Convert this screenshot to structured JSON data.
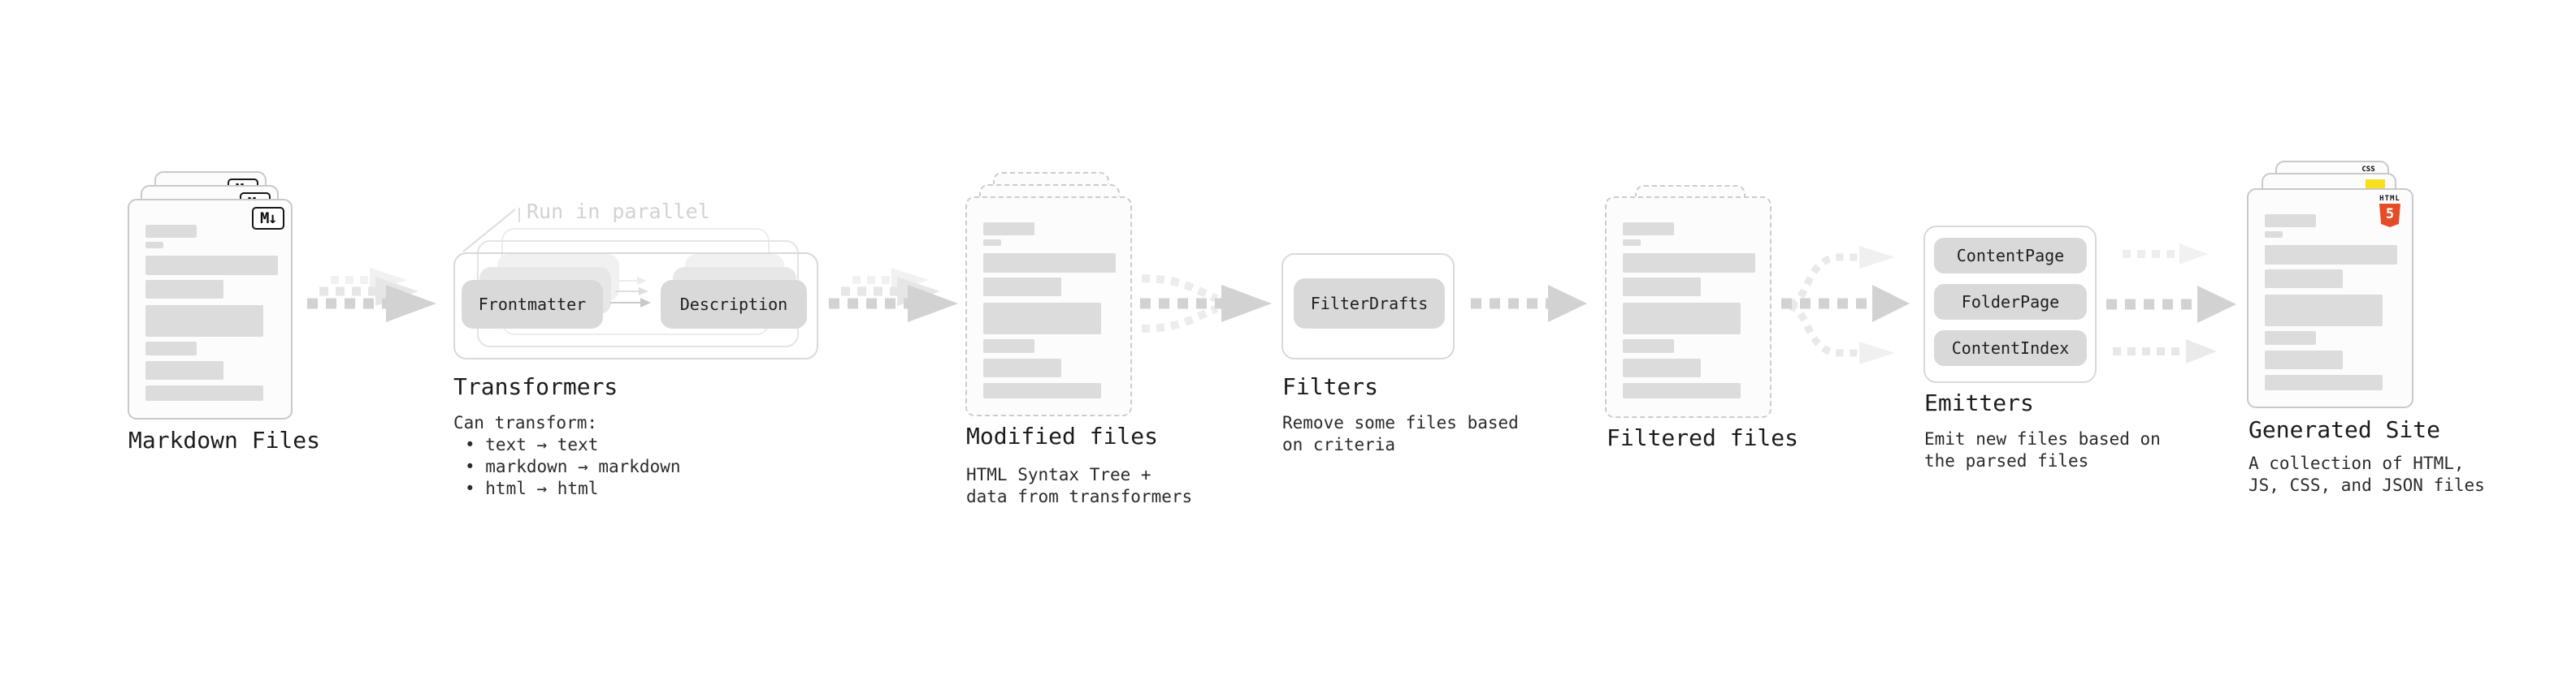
{
  "stages": {
    "markdown_files": {
      "title": "Markdown Files",
      "badge": "M↓"
    },
    "transformers": {
      "title": "Transformers",
      "annotation": "Run in parallel",
      "node_a": "Frontmatter",
      "node_b": "Description",
      "desc_heading": "Can transform:",
      "bullets": [
        "• text → text",
        "• markdown → markdown",
        "• html → html"
      ]
    },
    "modified_files": {
      "title": "Modified files",
      "desc": [
        "HTML Syntax Tree +",
        "data from transformers"
      ]
    },
    "filters": {
      "title": "Filters",
      "node": "FilterDrafts",
      "desc": [
        "Remove some files based",
        "on criteria"
      ]
    },
    "filtered_files": {
      "title": "Filtered files"
    },
    "emitters": {
      "title": "Emitters",
      "nodes": [
        "ContentPage",
        "FolderPage",
        "ContentIndex"
      ],
      "desc": [
        "Emit new files based on",
        "the parsed files"
      ]
    },
    "generated_site": {
      "title": "Generated Site",
      "css_badge": "CSS",
      "html_badge_text": "HTML",
      "html_badge_number": "5",
      "desc": [
        "A collection of HTML,",
        "JS, CSS, and JSON files"
      ]
    }
  },
  "colors": {
    "html5_orange": "#e44d26",
    "js_yellow": "#f7df1e",
    "css_blue": "#2965f1",
    "node_fill": "#d9d9d9",
    "card_border": "#c9c9c9",
    "title_text": "#1c1c1c",
    "body_text": "#2b2b2b",
    "annotation_gray": "#d2d2d2",
    "arrow_gray": "#d2d2d2"
  }
}
